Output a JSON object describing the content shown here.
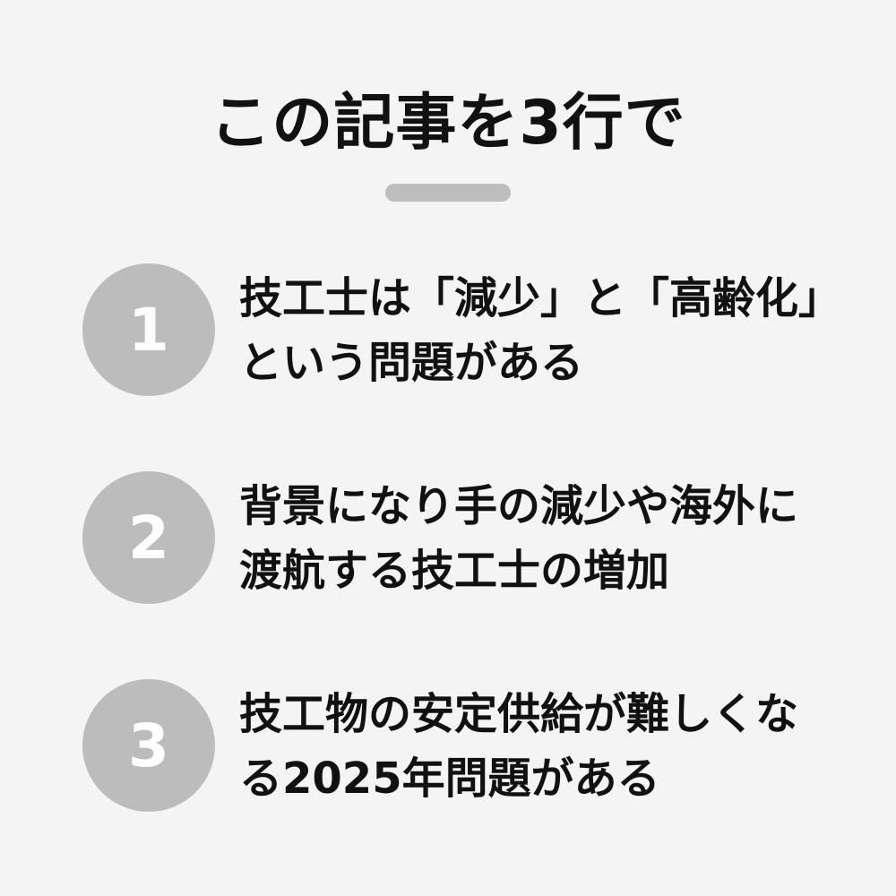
{
  "title": "この記事を3行で",
  "colors": {
    "background": "#f4f4f4",
    "text": "#111111",
    "badge": "#bcbcbc",
    "divider": "#bdbdbd"
  },
  "points": [
    {
      "number": "1",
      "text": "技工士は「減少」と「高齢化」という問題がある"
    },
    {
      "number": "2",
      "text": "背景になり手の減少や海外に渡航する技工士の増加"
    },
    {
      "number": "3",
      "text": "技工物の安定供給が難しくなる2025年問題がある"
    }
  ]
}
